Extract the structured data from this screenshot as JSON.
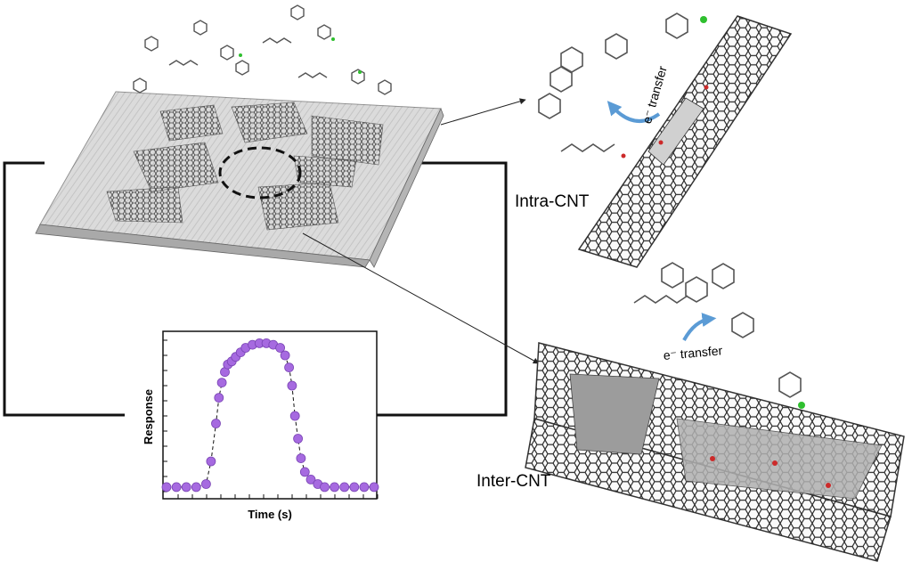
{
  "labels": {
    "intra": "Intra-CNT",
    "inter": "Inter-CNT",
    "transfer_intra": "e⁻ transfer",
    "transfer_inter": "e⁻ transfer"
  },
  "plot": {
    "ylabel": "Response",
    "xlabel": "Time (s)"
  },
  "chart_data": {
    "type": "scatter",
    "title": "",
    "xlabel": "Time (s)",
    "ylabel": "Response",
    "grid": false,
    "tick_labels": false,
    "series": [
      {
        "color": "#a66ae0",
        "x": [
          0,
          1,
          2,
          3,
          4,
          4.5,
          5,
          5.3,
          5.6,
          5.9,
          6.2,
          6.6,
          7,
          7.5,
          8,
          8.7,
          9.4,
          10.1,
          10.8,
          11.5,
          12,
          12.4,
          12.7,
          13,
          13.3,
          13.6,
          14,
          14.6,
          15.3,
          16,
          17,
          18,
          19,
          20,
          21
        ],
        "y": [
          0.03,
          0.03,
          0.03,
          0.03,
          0.05,
          0.2,
          0.45,
          0.62,
          0.72,
          0.79,
          0.84,
          0.86,
          0.89,
          0.92,
          0.95,
          0.97,
          0.98,
          0.98,
          0.97,
          0.95,
          0.9,
          0.82,
          0.7,
          0.5,
          0.35,
          0.22,
          0.13,
          0.08,
          0.05,
          0.03,
          0.03,
          0.03,
          0.03,
          0.03,
          0.03
        ]
      }
    ]
  },
  "colors": {
    "marker": "#a66ae0",
    "arrow": "#5b9bd5",
    "carbon": "#333333",
    "oxygen": "#cc2a2a",
    "chlorine": "#2fbf2f"
  }
}
